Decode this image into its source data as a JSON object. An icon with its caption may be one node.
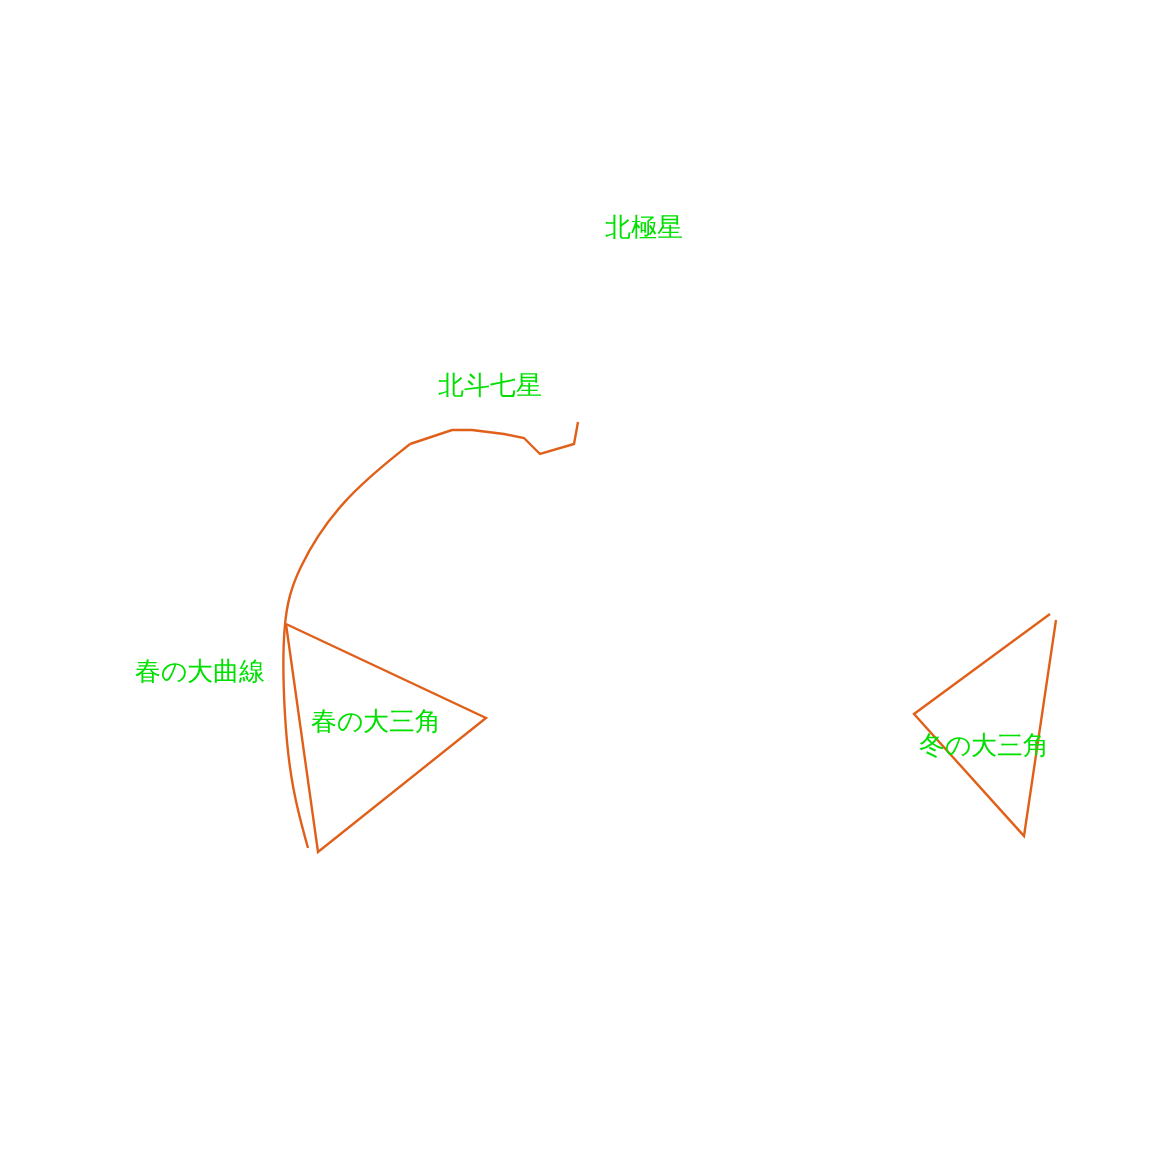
{
  "diagram": {
    "labels": [
      "北極星",
      "北斗七星",
      "春の大曲線",
      "春の大三角",
      "冬の大三角"
    ]
  }
}
